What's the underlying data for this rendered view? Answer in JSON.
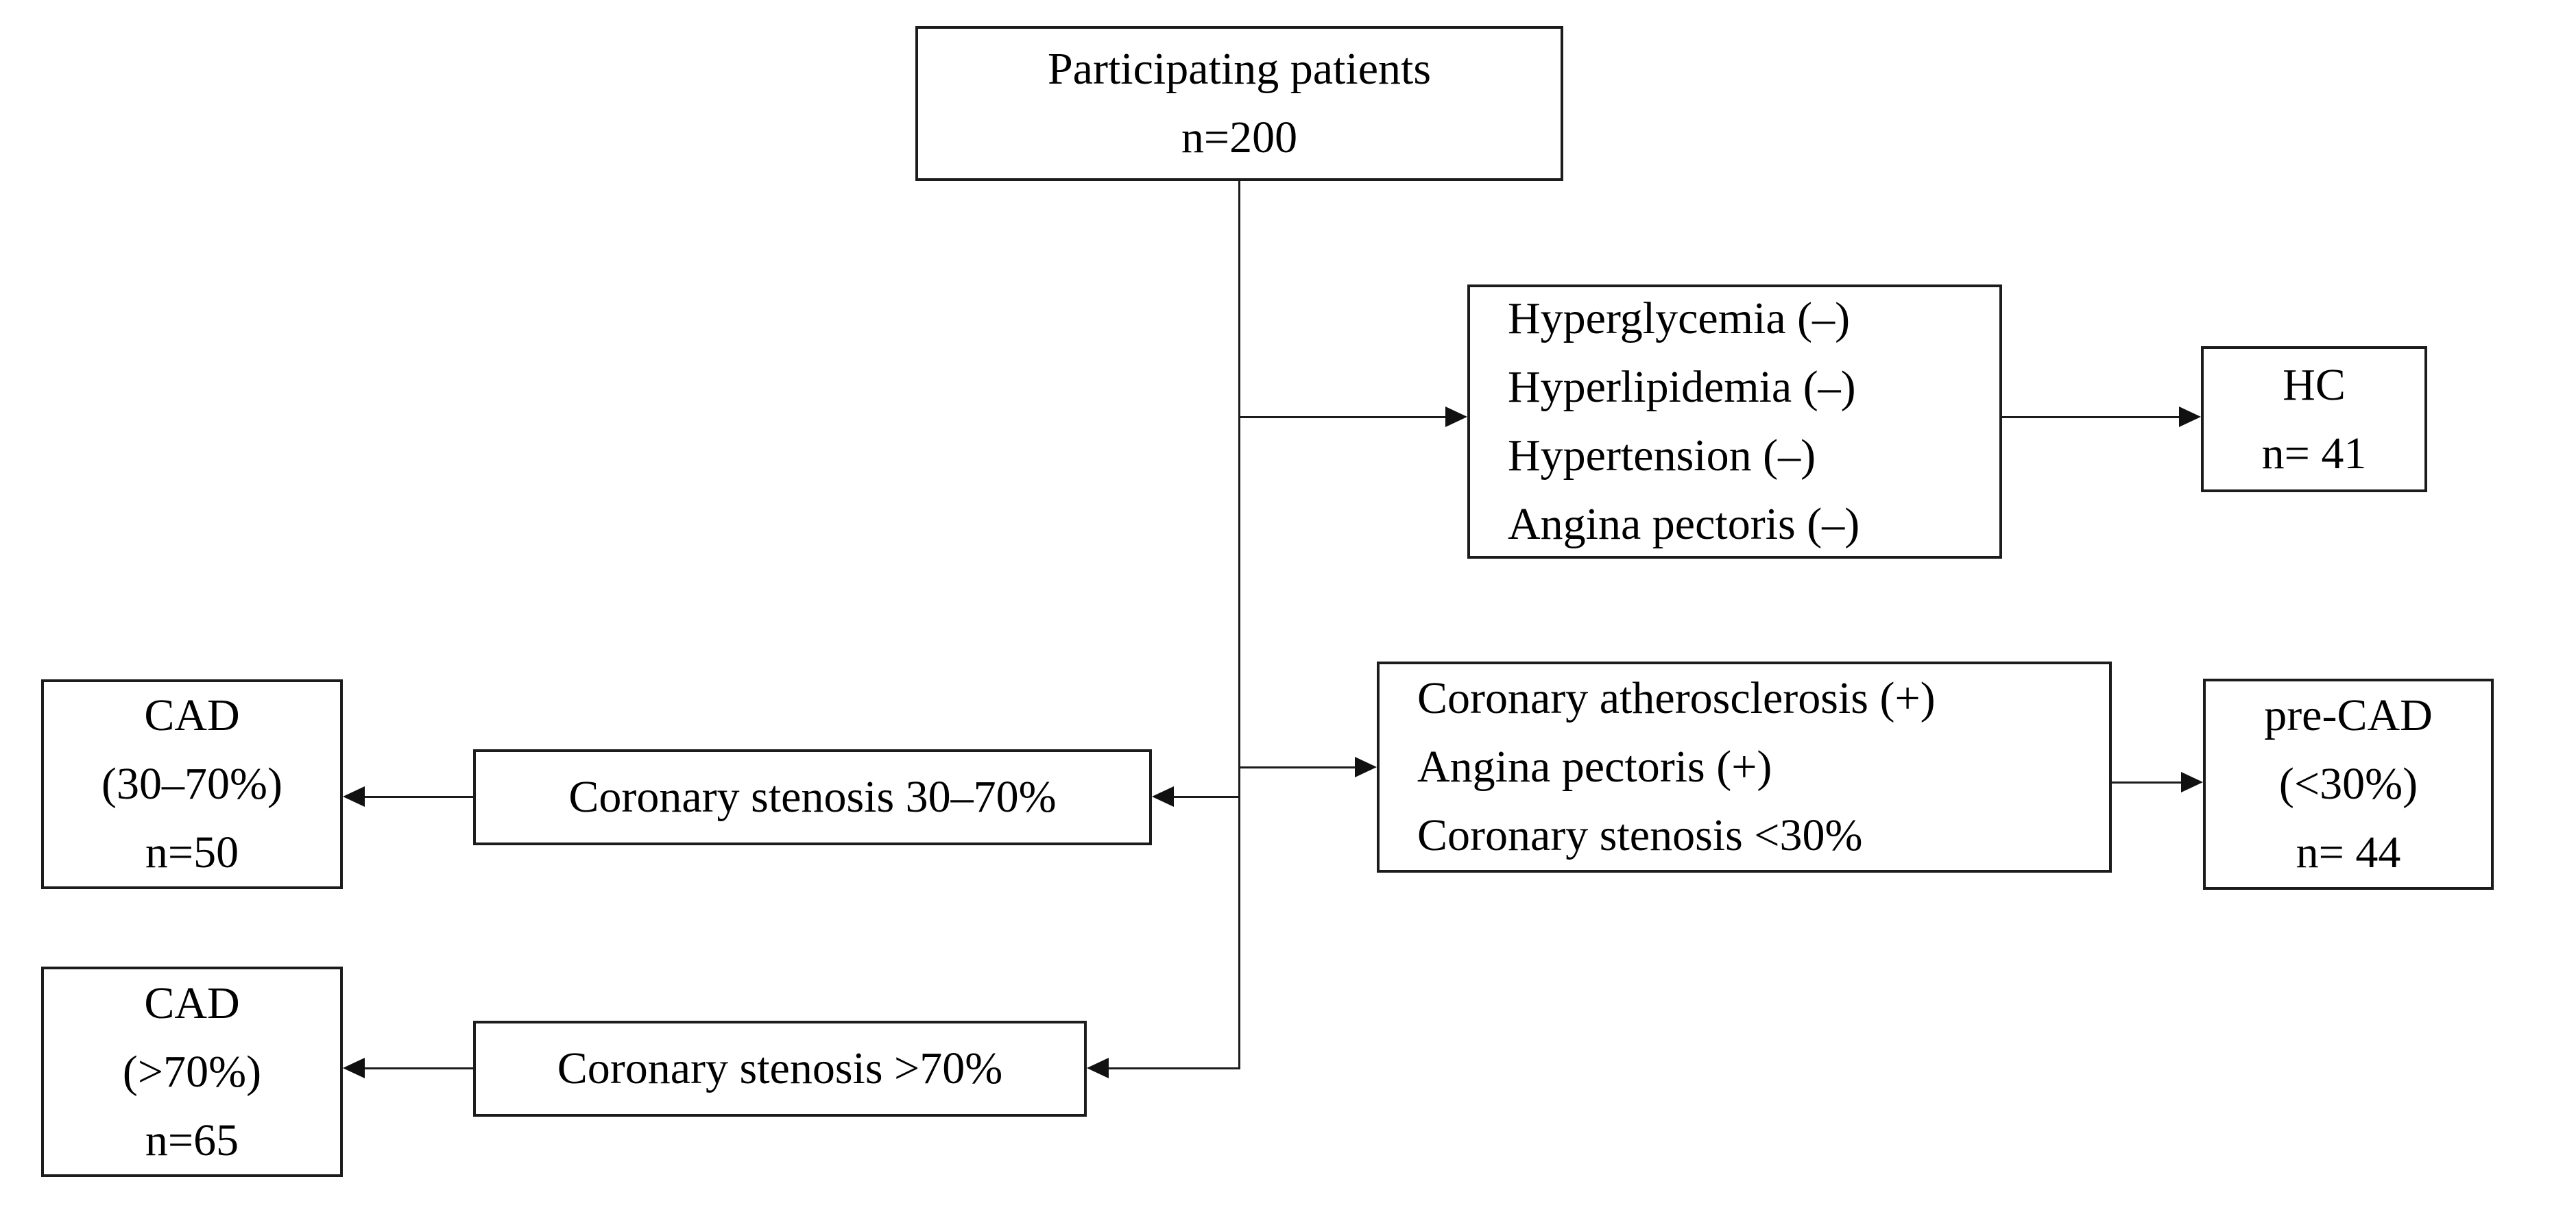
{
  "figure": {
    "background_color": "#ffffff",
    "line_color": "#1c1c1c",
    "text_color": "#000000",
    "nodes": {
      "participating": {
        "lines": [
          "Participating patients",
          "n=200"
        ]
      },
      "hc_criteria": {
        "lines": [
          "Hyperglycemia (–)",
          "Hyperlipidemia (–)",
          "Hypertension (–)",
          "Angina pectoris (–)"
        ]
      },
      "hc": {
        "lines": [
          "HC",
          "n= 41"
        ]
      },
      "precad_criteria": {
        "lines": [
          "Coronary atherosclerosis (+)",
          "Angina pectoris (+)",
          "Coronary stenosis <30%"
        ]
      },
      "precad": {
        "lines": [
          "pre-CAD",
          "(<30%)",
          "n= 44"
        ]
      },
      "stenosis_30_70": {
        "lines": [
          "Coronary stenosis 30–70%"
        ]
      },
      "cad_30_70": {
        "lines": [
          "CAD",
          "(30–70%)",
          "n=50"
        ]
      },
      "stenosis_gt70": {
        "lines": [
          "Coronary stenosis >70%"
        ]
      },
      "cad_gt70": {
        "lines": [
          "CAD",
          "(>70%)",
          "n=65"
        ]
      }
    }
  }
}
